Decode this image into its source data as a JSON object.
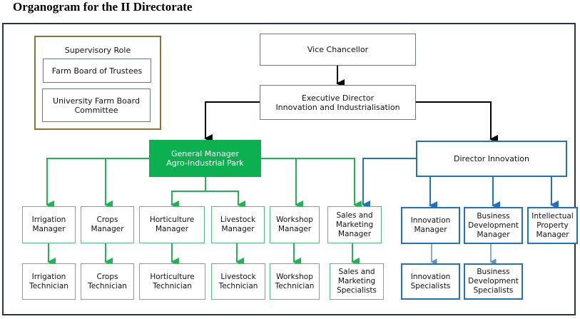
{
  "title": "Organogram for the II Directorate",
  "colors": {
    "frame": "#253746",
    "supervisory_border": "#8b7330",
    "green": "#0db050",
    "green_line": "#1db454",
    "blue": "#2272b8",
    "black": "#000000"
  },
  "supervisory": {
    "title": "Supervisory Role",
    "items": [
      "Farm Board of Trustees",
      "University Farm Board Committee"
    ]
  },
  "top": {
    "vice_chancellor": "Vice Chancellor",
    "executive_director": [
      "Executive Director",
      "Innovation and Industrialisation"
    ]
  },
  "general_manager": [
    "General Manager",
    "Agro-Industrial Park"
  ],
  "director_innovation": "Director Innovation",
  "green_managers": [
    {
      "manager": [
        "Irrigation",
        "Manager"
      ],
      "staff": [
        "Irrigation",
        "Technician"
      ]
    },
    {
      "manager": [
        "Crops",
        "Manager"
      ],
      "staff": [
        "Crops",
        "Technician"
      ]
    },
    {
      "manager": [
        "Horticulture",
        "Manager"
      ],
      "staff": [
        "Horticulture",
        "Technician"
      ]
    },
    {
      "manager": [
        "Livestock",
        "Manager"
      ],
      "staff": [
        "Livestock",
        "Technician"
      ]
    },
    {
      "manager": [
        "Workshop",
        "Manager"
      ],
      "staff": [
        "Workshop",
        "Technician"
      ]
    },
    {
      "manager": [
        "Sales and",
        "Marketing",
        "Manager"
      ],
      "staff": [
        "Sales and",
        "Marketing",
        "Specialists"
      ]
    }
  ],
  "blue_managers": [
    {
      "manager": [
        "Innovation",
        "Manager"
      ],
      "staff": [
        "Innovation",
        "Specialists"
      ]
    },
    {
      "manager": [
        "Business",
        "Development",
        "Manager"
      ],
      "staff": [
        "Business",
        "Development",
        "Specialists"
      ]
    },
    {
      "manager": [
        "Intellectual",
        "Property",
        "Manager"
      ],
      "staff": null
    }
  ]
}
